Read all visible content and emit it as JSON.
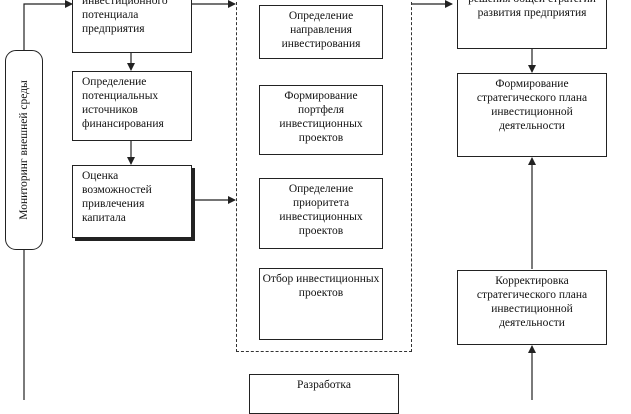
{
  "diagram": {
    "side_label": "Мониторинг внешней среды",
    "left_column": [
      "инвестиционного потенциала предприятия",
      "Определение потенциальных источников финансирования",
      "Оценка возможностей привлечения капитала"
    ],
    "middle_column": [
      "Определение направления инвестирования",
      "Формирование портфеля инвестиционных проектов",
      "Определение приоритета инвестиционных проектов",
      "Отбор инвестиционных проектов"
    ],
    "bottom_middle": "Разработка",
    "right_column": [
      "решения общей стратегии развития предприятия",
      "Формирование стратегического плана инвестиционной деятельности",
      "Корректировка стратегического плана инвестиционной деятельности"
    ],
    "colors": {
      "line": "#222222",
      "background": "#ffffff"
    }
  }
}
